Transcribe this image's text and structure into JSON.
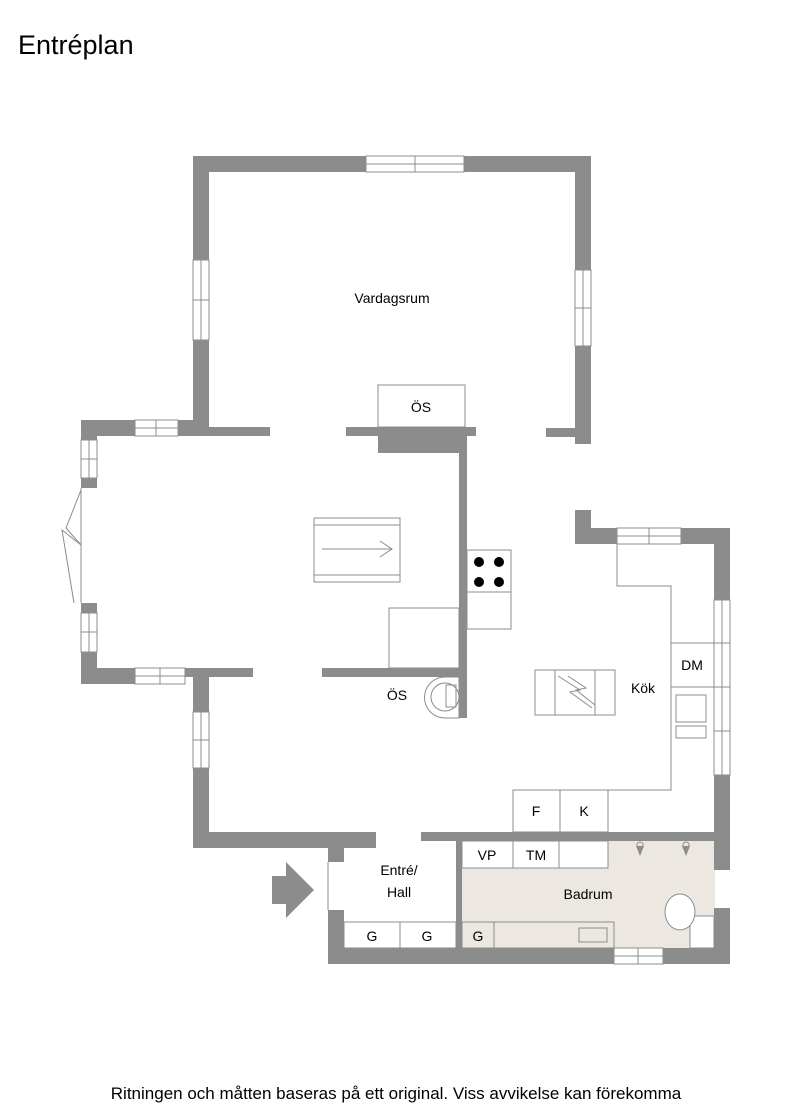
{
  "title": "Entréplan",
  "footer": "Ritningen och måtten baseras på ett original. Viss avvikelse kan förekomma",
  "rooms": {
    "vardagsrum": "Vardagsrum",
    "kok": "Kök",
    "entre_line1": "Entré/",
    "entre_line2": "Hall",
    "badrum": "Badrum"
  },
  "fixtures": {
    "os_top": "ÖS",
    "os_bottom": "ÖS",
    "dm": "DM",
    "f": "F",
    "k": "K",
    "vp": "VP",
    "tm": "TM",
    "g1": "G",
    "g2": "G",
    "g3": "G"
  },
  "colors": {
    "wall": "#8c8c8c",
    "bathroom_floor": "#ece8e1",
    "line": "#8c8c8c"
  }
}
